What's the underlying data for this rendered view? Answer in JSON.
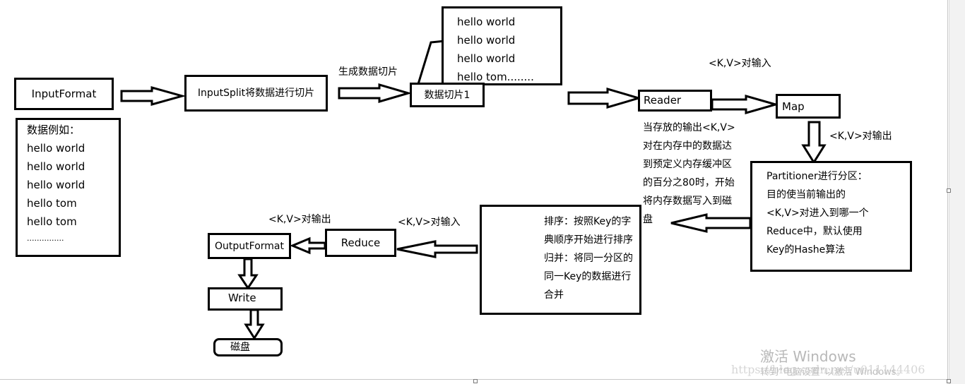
{
  "boxes": {
    "input_format": "InputFormat",
    "data_example": [
      "数据例如：",
      "hello world",
      "hello world",
      "hello world",
      "hello tom",
      "hello tom",
      "..............."
    ],
    "input_split": "InputSplit将数据进行切片",
    "split_contents": [
      "hello world",
      "hello world",
      "hello world",
      "hello tom........"
    ],
    "data_split": "数据切片1",
    "reader": "Reader",
    "map": "Map",
    "partitioner": [
      "Partitioner进行分区：",
      "目的使当前输出的",
      "<K,V>对进入到哪一个",
      "Reduce中，默认使用",
      "Key的Hashe算法"
    ],
    "sort_merge": [
      "排序：按照Key的字",
      "典顺序开始进行排序",
      "归并：将同一分区的",
      "同一Key的数据进行",
      "合并"
    ],
    "reduce": "Reduce",
    "output_format": "OutputFormat",
    "write": "Write",
    "disk": "磁盘"
  },
  "labels": {
    "generate_split": "生成数据切片",
    "kv_input_map": "<K,V>对输入",
    "kv_output_map": "<K,V>对输出",
    "spill_note": [
      "当存放的输出<K,V>",
      "对在内存中的数据达",
      "到预定义内存缓冲区",
      "的百分之80时，开始",
      "将内存数据写入到磁",
      "盘"
    ],
    "kv_input_reduce": "<K,V>对输入",
    "kv_output_reduce": "<K,V>对输出"
  },
  "watermark": {
    "title": "激活 Windows",
    "subtitle": "转到“电脑设置”以激活 Windows。",
    "url_fragment": "https://blog.csdn.net/u011144406"
  },
  "colors": {
    "line": "#000000",
    "watermark": "#b8b8b8"
  }
}
